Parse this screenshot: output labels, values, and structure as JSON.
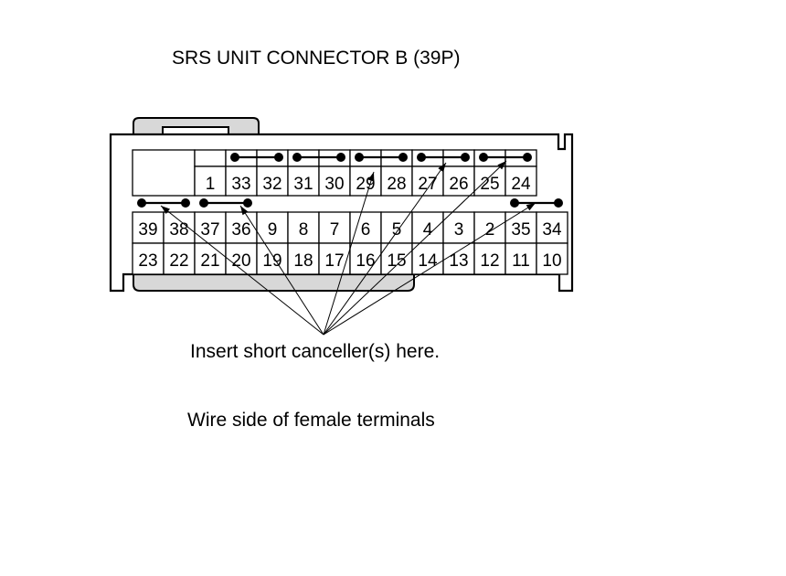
{
  "title": "SRS UNIT CONNECTOR B (39P)",
  "callout_label": "Insert short canceller(s) here.",
  "view_label": "Wire side of female terminals",
  "connector": {
    "rows": [
      [
        "",
        "1",
        "33",
        "32",
        "31",
        "30",
        "29",
        "28",
        "27",
        "26",
        "25",
        "24"
      ],
      [
        "39",
        "38",
        "37",
        "36",
        "9",
        "8",
        "7",
        "6",
        "5",
        "4",
        "3",
        "2",
        "35",
        "34"
      ],
      [
        "23",
        "22",
        "21",
        "20",
        "19",
        "18",
        "17",
        "16",
        "15",
        "14",
        "13",
        "12",
        "11",
        "10"
      ]
    ],
    "short_cancellers": [
      [
        "33",
        "32"
      ],
      [
        "31",
        "30"
      ],
      [
        "29",
        "28"
      ],
      [
        "27",
        "26"
      ],
      [
        "25",
        "24"
      ],
      [
        "39",
        "38"
      ],
      [
        "37",
        "36"
      ],
      [
        "35",
        "34"
      ]
    ]
  }
}
